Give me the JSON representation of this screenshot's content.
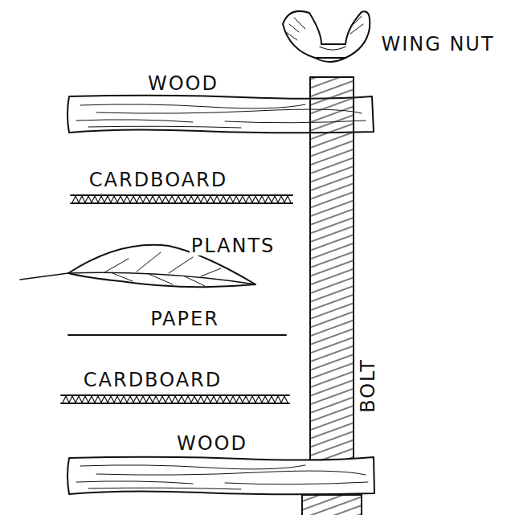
{
  "diagram": {
    "labels": [
      "WING NUT",
      "WOOD",
      "CARDBOARD",
      "PLANTS",
      "PAPER",
      "BOLT",
      "CARDBOARD",
      "WOOD"
    ]
  }
}
